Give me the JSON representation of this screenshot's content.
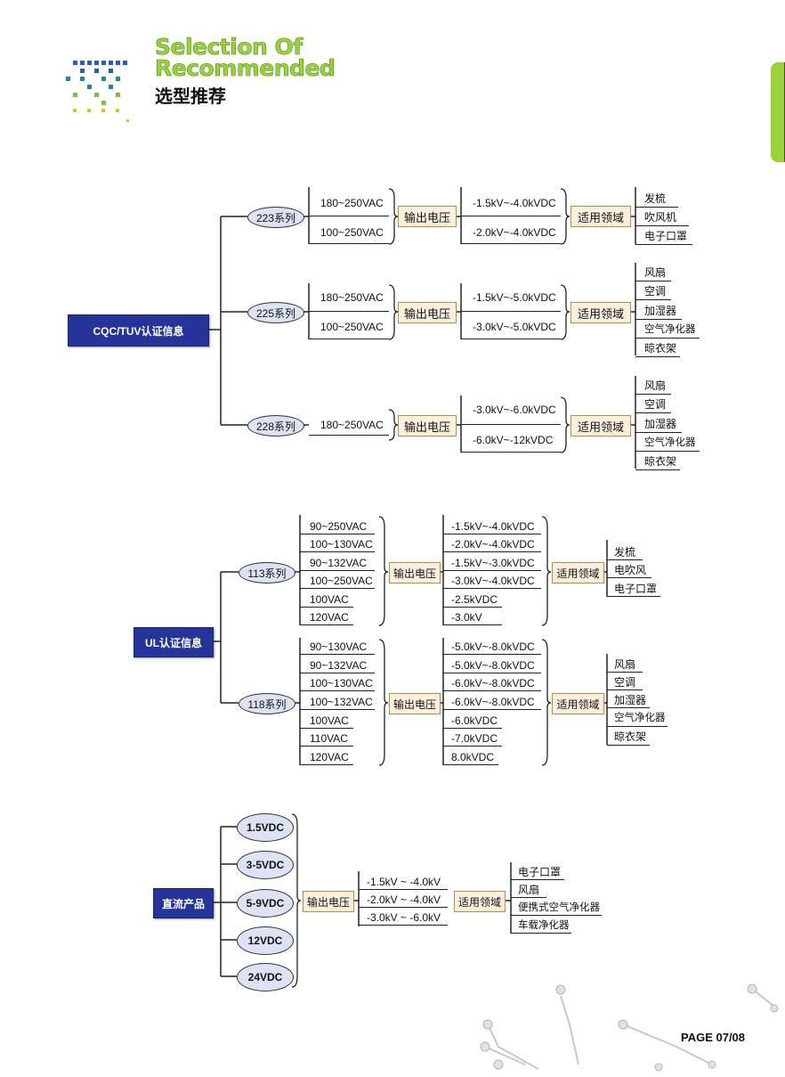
{
  "header": {
    "title_en_line1": "Selection Of",
    "title_en_line2": "Recommended",
    "title_cn": "选型推荐"
  },
  "cqc": {
    "root": "CQC/TUV认证信息",
    "s223": {
      "name": "223系列",
      "inputs": [
        "180~250VAC",
        "100~250VAC"
      ],
      "output_label": "输出电压",
      "outputs": [
        "-1.5kV~-4.0kVDC",
        "-2.0kV~-4.0kVDC"
      ],
      "app_label": "适用领域",
      "apps": [
        "发梳",
        "吹风机",
        "电子口罩"
      ]
    },
    "s225": {
      "name": "225系列",
      "inputs": [
        "180~250VAC",
        "100~250VAC"
      ],
      "output_label": "输出电压",
      "outputs": [
        "-1.5kV~-5.0kVDC",
        "-3.0kV~-5.0kVDC"
      ],
      "app_label": "适用领域",
      "apps": [
        "风扇",
        "空调",
        "加湿器",
        "空气净化器",
        "晾衣架"
      ]
    },
    "s228": {
      "name": "228系列",
      "inputs": [
        "180~250VAC"
      ],
      "output_label": "输出电压",
      "outputs": [
        "-3.0kV~-6.0kVDC",
        "-6.0kV~-12kVDC"
      ],
      "app_label": "适用领域",
      "apps": [
        "风扇",
        "空调",
        "加湿器",
        "空气净化器",
        "晾衣架"
      ]
    }
  },
  "ul": {
    "root": "UL认证信息",
    "s113": {
      "name": "113系列",
      "inputs": [
        "90~250VAC",
        "100~130VAC",
        "90~132VAC",
        "100~250VAC",
        "100VAC",
        "120VAC"
      ],
      "output_label": "输出电压",
      "outputs": [
        "-1.5kV~-4.0kVDC",
        "-2.0kV~-4.0kVDC",
        "-1.5kV~-3.0kVDC",
        "-3.0kV~-4.0kVDC",
        "-2.5kVDC",
        "-3.0kV"
      ],
      "app_label": "适用领域",
      "apps": [
        "发梳",
        "电吹风",
        "电子口罩"
      ]
    },
    "s118": {
      "name": "118系列",
      "inputs": [
        "90~130VAC",
        "90~132VAC",
        "100~130VAC",
        "100~132VAC",
        "100VAC",
        "110VAC",
        "120VAC"
      ],
      "output_label": "输出电压",
      "outputs": [
        "-5.0kV~-8.0kVDC",
        "-5.0kV~-8.0kVDC",
        "-6.0kV~-8.0kVDC",
        "-6.0kV~-8.0kVDC",
        "-6.0kVDC",
        "-7.0kVDC",
        "8.0kVDC"
      ],
      "app_label": "适用领域",
      "apps": [
        "风扇",
        "空调",
        "加湿器",
        "空气净化器",
        "晾衣架"
      ]
    }
  },
  "dc": {
    "root": "直流产品",
    "inputs": [
      "1.5VDC",
      "3-5VDC",
      "5-9VDC",
      "12VDC",
      "24VDC"
    ],
    "output_label": "输出电压",
    "outputs": [
      "-1.5kV ~ -4.0kV",
      "-2.0kV ~ -4.0kV",
      "-3.0kV ~ -6.0kV"
    ],
    "app_label": "适用领域",
    "apps": [
      "电子口罩",
      "风扇",
      "便携式空气净化器",
      "车载净化器"
    ]
  },
  "footer": {
    "page": "PAGE  07/08"
  },
  "colors": {
    "root_bg": "#26349a",
    "oval_bg": "#dde3f5",
    "label_box_bg": "#fdf0de",
    "accent_green": "#9bd13a"
  }
}
